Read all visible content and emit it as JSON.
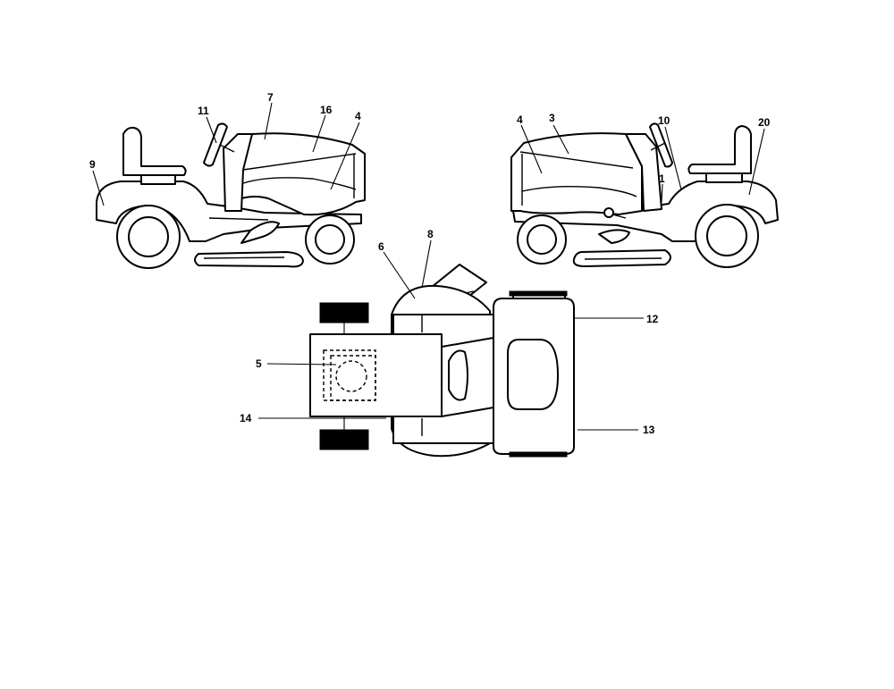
{
  "callouts": {
    "c1": "1",
    "c3": "3",
    "c4_left": "4",
    "c4_right": "4",
    "c5": "5",
    "c6": "6",
    "c7": "7",
    "c8": "8",
    "c9": "9",
    "c10": "10",
    "c11": "11",
    "c12": "12",
    "c13": "13",
    "c14": "14",
    "c16": "16",
    "c20": "20"
  },
  "colors": {
    "line": "#000000",
    "background": "#ffffff"
  }
}
